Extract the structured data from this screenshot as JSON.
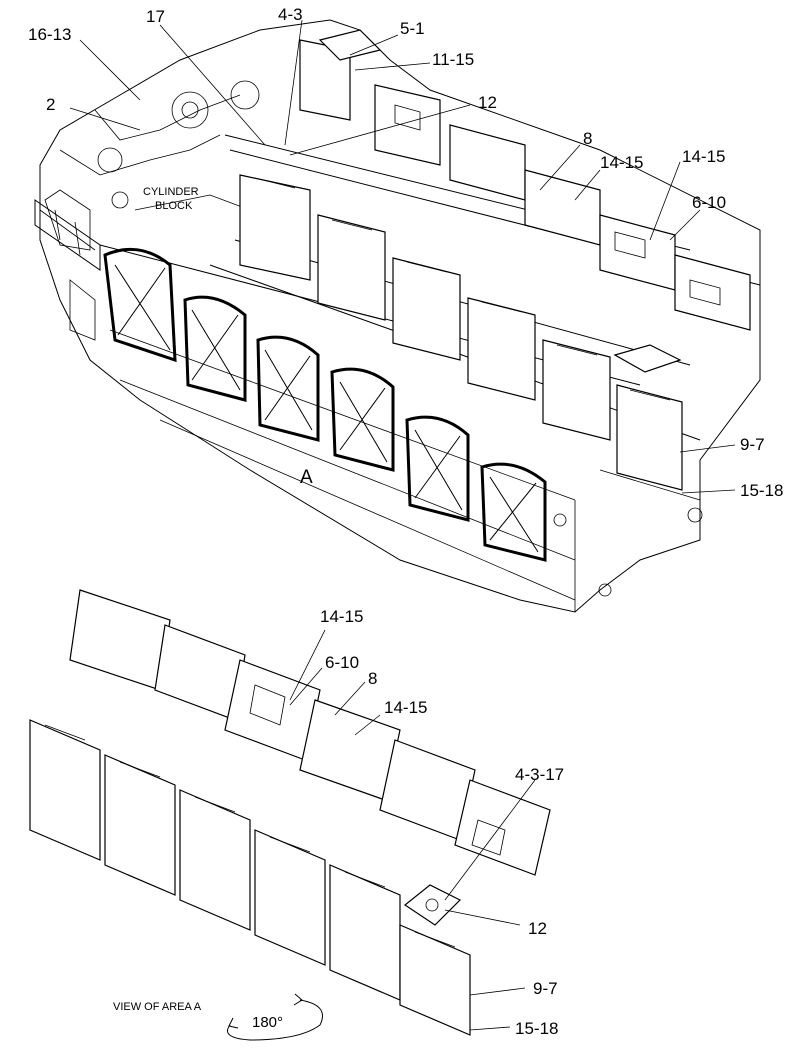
{
  "labels": {
    "l16_13": "16-13",
    "l17": "17",
    "l4_3": "4-3",
    "l5_1": "5-1",
    "l11_15": "11-15",
    "l2": "2",
    "l12_top": "12",
    "l8_top": "8",
    "l14_15_a": "14-15",
    "l14_15_b": "14-15",
    "l6_10_top": "6-10",
    "l9_7_top": "9-7",
    "l15_18_top": "15-18",
    "l14_15_c": "14-15",
    "l6_10_bot": "6-10",
    "l8_bot": "8",
    "l14_15_d": "14-15",
    "l4_3_17": "4-3-17",
    "l12_bot": "12",
    "l9_7_bot": "9-7",
    "l15_18_bot": "15-18"
  },
  "captions": {
    "cylinder": "CYLINDER",
    "block": "BLOCK",
    "area_marker": "A",
    "view_of_area": "VIEW OF AREA  A",
    "rotation": "180°"
  }
}
